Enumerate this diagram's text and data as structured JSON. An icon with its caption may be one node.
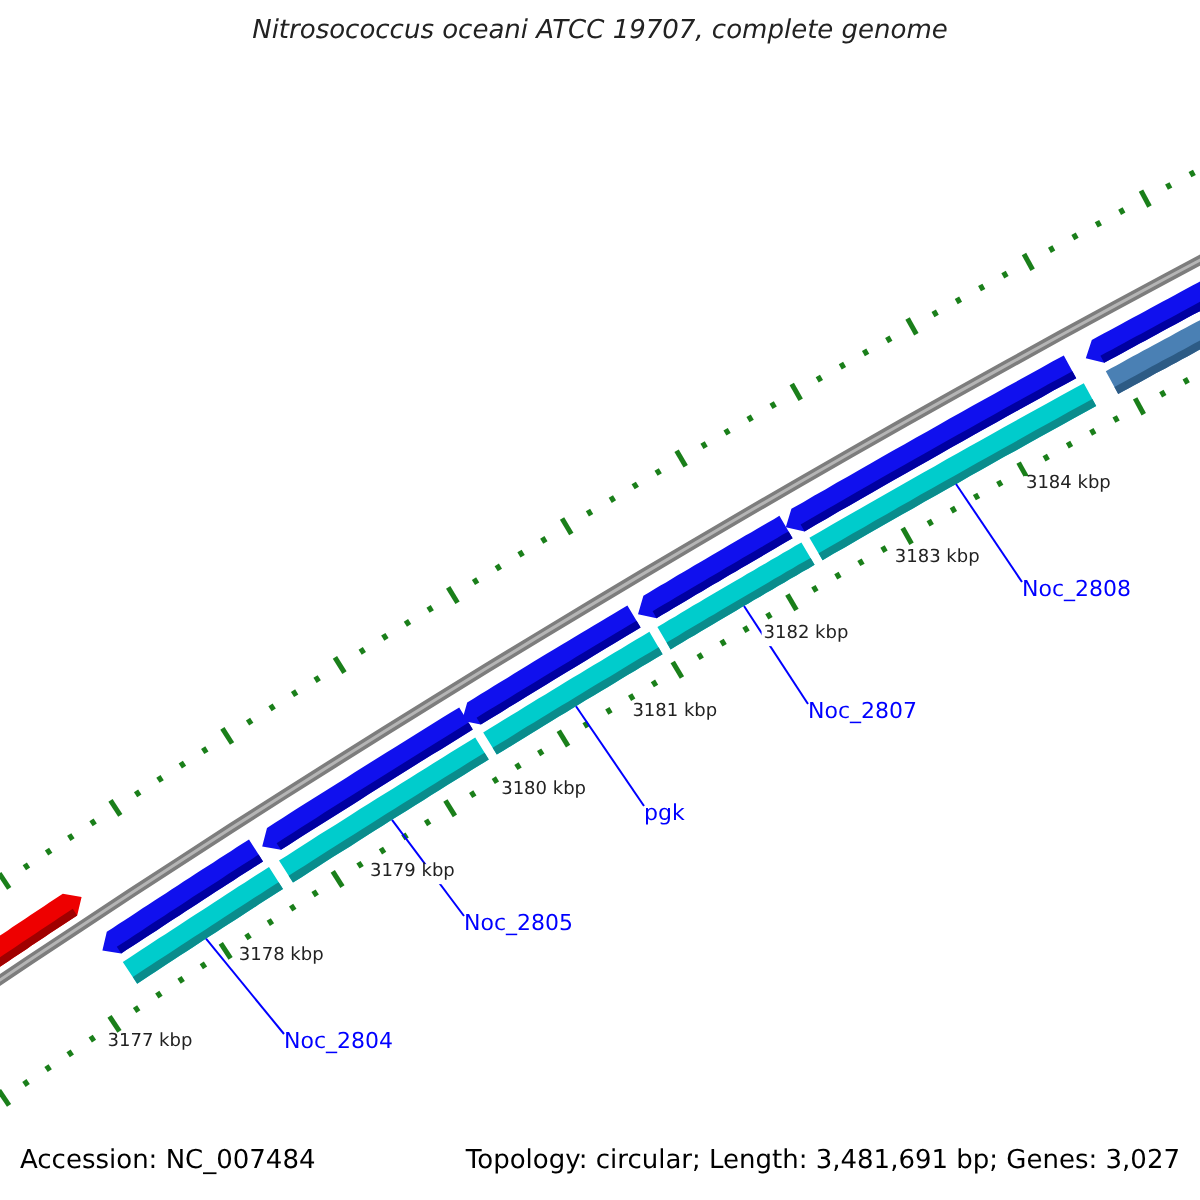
{
  "diagram": {
    "title": "Nitrosococcus oceani ATCC 19707, complete genome",
    "nodes": [
      {
        "text": [],
        "shape": "bar"
      },
      {
        "text": [],
        "shape": "bar"
      },
      {
        "text": [],
        "shape": "bar"
      },
      {
        "text": [],
        "shape": "bar"
      },
      {
        "text": [],
        "shape": "bar"
      },
      {
        "text": [
          "Noc_2804"
        ]
      },
      {
        "text": [
          "Noc_2805"
        ]
      },
      {
        "text": [
          "pgk"
        ]
      },
      {
        "text": [
          "Noc_2807"
        ]
      },
      {
        "text": [
          "Noc_2808"
        ]
      }
    ],
    "edges": [
      {
        "from": 5,
        "to": 0,
        "arrow": "none"
      },
      {
        "from": 6,
        "to": 1,
        "arrow": "none"
      },
      {
        "from": 7,
        "to": 2,
        "arrow": "none"
      },
      {
        "from": 8,
        "to": 3,
        "arrow": "none"
      },
      {
        "from": 9,
        "to": 4,
        "arrow": "none"
      }
    ],
    "labels": [
      "3177 kbp",
      "3178 kbp",
      "3179 kbp",
      "3180 kbp",
      "3181 kbp",
      "3182 kbp",
      "3183 kbp",
      "3184 kbp",
      "Accession: NC_007484",
      "Topology: circular; Length: 3,481,691 bp; Genes: 3,027"
    ]
  }
}
